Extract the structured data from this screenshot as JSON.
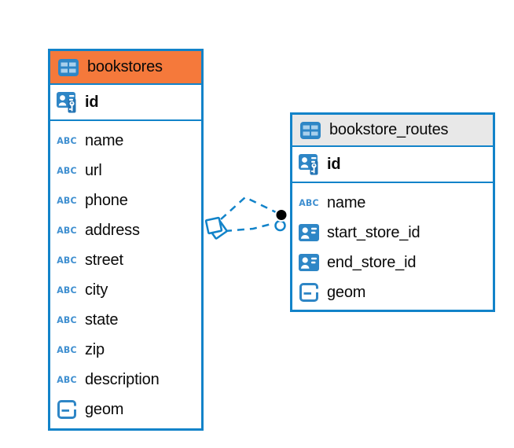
{
  "colors": {
    "accent_blue": "#1283C9",
    "icon_blue": "#2E86C6",
    "icon_cell_blue": "#A9D0EC",
    "bookstores_header_bg": "#F5793B",
    "routes_header_bg": "#E8E8E8",
    "text": "#0A0A0A",
    "relationship_line": "#1283C9",
    "dot_marker": "#000000"
  },
  "icons": {
    "text_type_label": "ABC"
  },
  "tables": [
    {
      "name": "bookstores",
      "primary_key": {
        "name": "id",
        "type": "primary-key"
      },
      "columns": [
        {
          "name": "name",
          "type": "string"
        },
        {
          "name": "url",
          "type": "string"
        },
        {
          "name": "phone",
          "type": "string"
        },
        {
          "name": "address",
          "type": "string"
        },
        {
          "name": "street",
          "type": "string"
        },
        {
          "name": "city",
          "type": "string"
        },
        {
          "name": "state",
          "type": "string"
        },
        {
          "name": "zip",
          "type": "string"
        },
        {
          "name": "description",
          "type": "string"
        },
        {
          "name": "geom",
          "type": "geometry"
        }
      ]
    },
    {
      "name": "bookstore_routes",
      "primary_key": {
        "name": "id",
        "type": "primary-key"
      },
      "columns": [
        {
          "name": "name",
          "type": "string"
        },
        {
          "name": "start_store_id",
          "type": "reference"
        },
        {
          "name": "end_store_id",
          "type": "reference"
        },
        {
          "name": "geom",
          "type": "geometry"
        }
      ]
    }
  ],
  "relationships": [
    {
      "from_table": "bookstores",
      "to_table": "bookstore_routes",
      "line_style": "dashed",
      "source_marker": "diamond",
      "target_marker": "black-dot"
    },
    {
      "from_table": "bookstores",
      "to_table": "bookstore_routes",
      "line_style": "dashed",
      "source_marker": "diamond",
      "target_marker": "ring"
    }
  ]
}
